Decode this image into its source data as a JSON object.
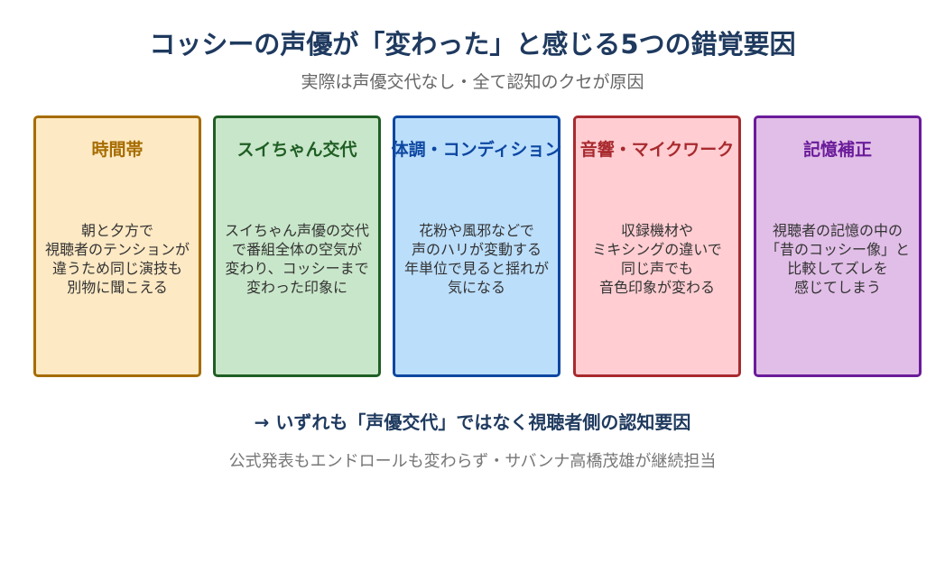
{
  "title": "コッシーの声優が「変わった」と感じる5つの錯覚要因",
  "subtitle": "実際は声優交代なし・全て認知のクセが原因",
  "cards": [
    {
      "title": "時間帯",
      "body": "朝と夕方で\n視聴者のテンションが\n違うため同じ演技も\n別物に聞こえる",
      "border": "#a66c00",
      "fill": "#fde9c4",
      "title_color": "#a66c00"
    },
    {
      "title": "スイちゃん交代",
      "body": "スイちゃん声優の交代\nで番組全体の空気が\n変わり、コッシーまで\n変わった印象に",
      "border": "#1f5e24",
      "fill": "#c8e6c9",
      "title_color": "#1f5e24"
    },
    {
      "title": "体調・コンディション",
      "body": "花粉や風邪などで\n声のハリが変動する\n年単位で見ると揺れが\n気になる",
      "border": "#0d47a1",
      "fill": "#bbdefb",
      "title_color": "#0d47a1"
    },
    {
      "title": "音響・マイクワーク",
      "body": "収録機材や\nミキシングの違いで\n同じ声でも\n音色印象が変わる",
      "border": "#a82a2e",
      "fill": "#ffcdd2",
      "title_color": "#a82a2e"
    },
    {
      "title": "記憶補正",
      "body": "視聴者の記憶の中の\n「昔のコッシー像」と\n比較してズレを\n感じてしまう",
      "border": "#6a1b9a",
      "fill": "#e1bee7",
      "title_color": "#6a1b9a"
    }
  ],
  "conclusion": "→ いずれも「声優交代」ではなく視聴者側の認知要因",
  "note": "公式発表もエンドロールも変わらず・サバンナ高橋茂雄が継続担当"
}
